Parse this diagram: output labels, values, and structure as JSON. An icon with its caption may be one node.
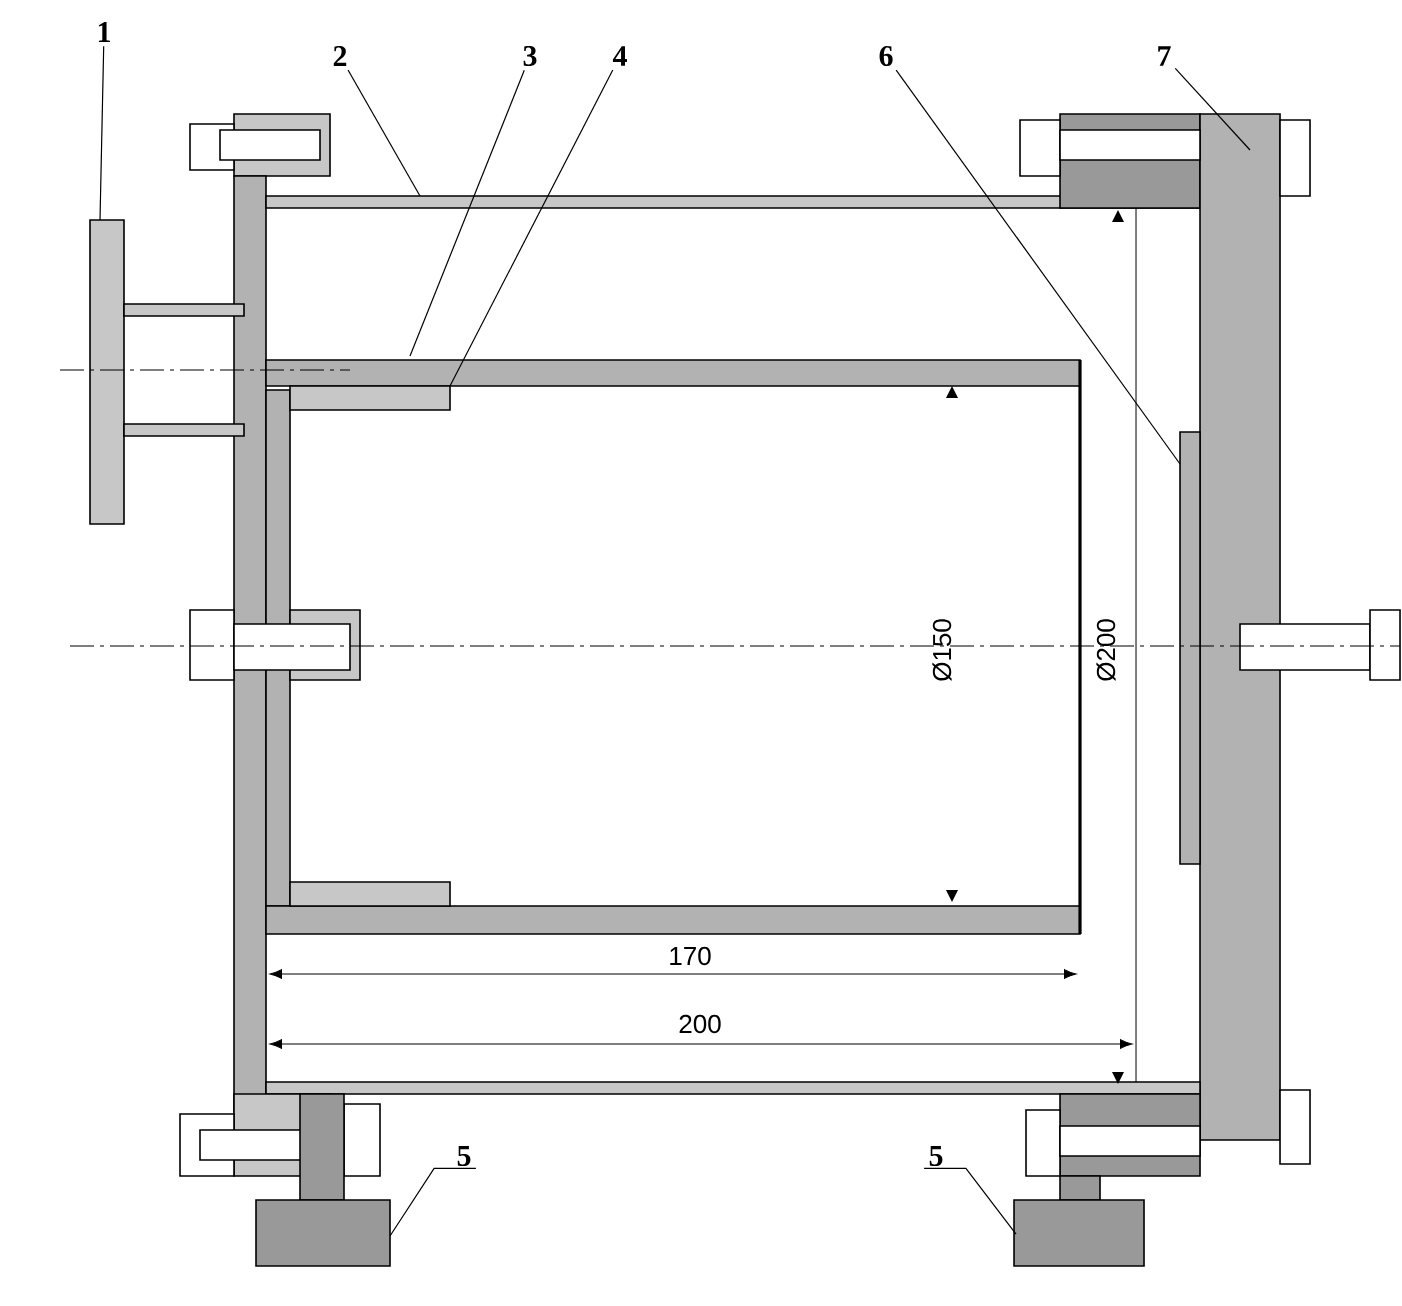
{
  "diagram": {
    "nodes": [
      {
        "text": [
          "1"
        ]
      },
      {
        "text": [
          "2"
        ]
      },
      {
        "text": [
          "3"
        ]
      },
      {
        "text": [
          "4"
        ]
      },
      {
        "text": [
          "6"
        ]
      },
      {
        "text": [
          "7"
        ]
      },
      {
        "text": [
          "5"
        ]
      },
      {
        "text": [
          "5"
        ]
      }
    ],
    "edges": [
      {
        "from": 0,
        "to": null,
        "arrow": "none"
      },
      {
        "from": 1,
        "to": null,
        "arrow": "none"
      },
      {
        "from": 2,
        "to": null,
        "arrow": "none"
      },
      {
        "from": 3,
        "to": null,
        "arrow": "none"
      },
      {
        "from": 4,
        "to": null,
        "arrow": "none"
      },
      {
        "from": 5,
        "to": null,
        "arrow": "none"
      },
      {
        "from": 6,
        "to": null,
        "arrow": "none"
      },
      {
        "from": 7,
        "to": null,
        "arrow": "none"
      }
    ],
    "labels": [
      "Ø150",
      "Ø200",
      "170",
      "200"
    ]
  }
}
